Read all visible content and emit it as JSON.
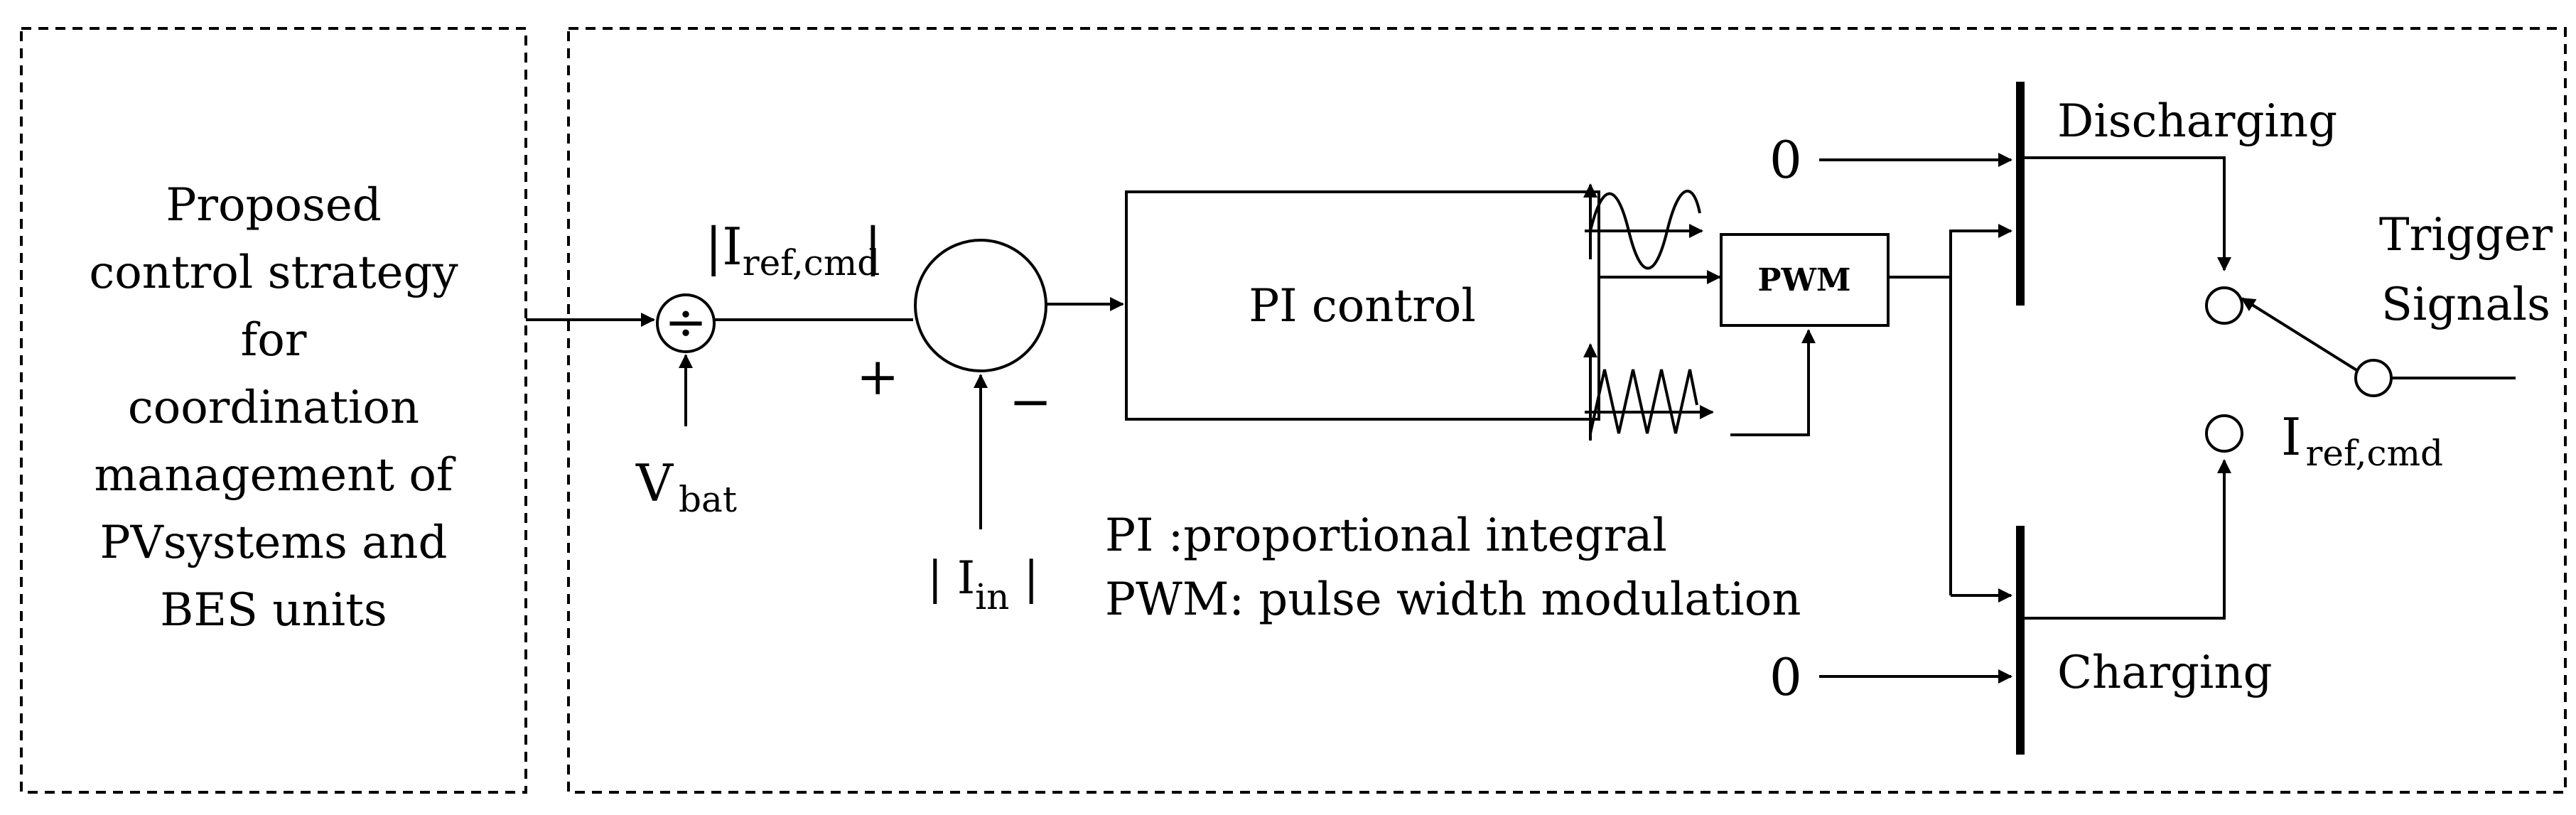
{
  "left_block": {
    "lines": [
      "Proposed",
      "control strategy",
      "for",
      "coordination",
      "management of",
      "PVsystems and",
      "BES units"
    ]
  },
  "divider": {
    "symbol": "÷"
  },
  "labels": {
    "vbat_main": "V",
    "vbat_sub": "bat",
    "iref_bar_main": "|I",
    "iref_bar_sub": "ref,cmd",
    "iref_bar_close": "|",
    "plus": "+",
    "minus": "−",
    "iin_open": "| I",
    "iin_sub": "in",
    "iin_close": "|",
    "iref_out_main": "I",
    "iref_out_sub": "ref,cmd"
  },
  "pi_block": {
    "label": "PI control"
  },
  "pwm_block": {
    "label": "PWM"
  },
  "legend": {
    "line1": "PI :proportional integral",
    "line2": "PWM: pulse width modulation"
  },
  "switch_inputs": {
    "top_value": "0",
    "bottom_value": "0"
  },
  "mode_labels": {
    "discharging": "Discharging",
    "charging": "Charging"
  },
  "trigger": {
    "line1": "Trigger",
    "line2": "Signals"
  }
}
